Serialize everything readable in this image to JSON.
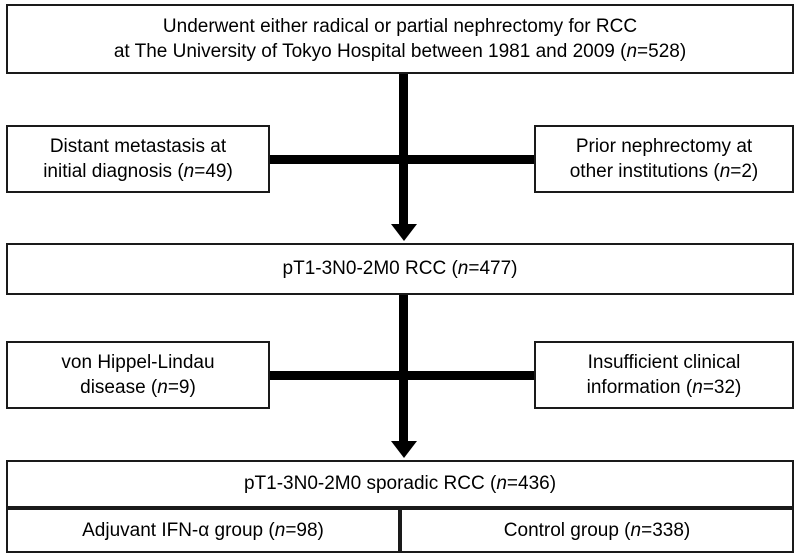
{
  "figure": {
    "type": "flowchart",
    "title": "Patient selection flow diagram"
  },
  "nodes": {
    "enrolled": {
      "text": "Underwent either radical or partial nephrectomy for RCC\nat The University of Tokyo Hospital between 1981 and 2009 (",
      "line1": "Underwent either radical or partial nephrectomy for RCC",
      "line2_pre": "at The University of Tokyo Hospital between 1981 and 2009 (",
      "n_label": "n",
      "n_value": "=528)"
    },
    "distant_mets": {
      "line1": "Distant metastasis at",
      "line2_pre": "initial diagnosis (",
      "n_label": "n",
      "n_value": "=49)"
    },
    "prior_nephrectomy": {
      "line1": "Prior nephrectomy at",
      "line2_pre": "other institutions (",
      "n_label": "n",
      "n_value": "=2)"
    },
    "pt13n02m0": {
      "line1_pre": "pT1-3N0-2M0 RCC (",
      "n_label": "n",
      "n_value": "=477)"
    },
    "vhl": {
      "line1": "von Hippel-Lindau",
      "line2_pre": "disease (",
      "n_label": "n",
      "n_value": "=9)"
    },
    "insufficient_info": {
      "line1": "Insufficient clinical",
      "line2_pre": "information (",
      "n_label": "n",
      "n_value": "=32)"
    },
    "sporadic": {
      "line1_pre": "pT1-3N0-2M0 sporadic RCC (",
      "n_label": "n",
      "n_value": "=436)"
    },
    "ifn_group": {
      "line1_pre": "Adjuvant IFN-α group (",
      "n_label": "n",
      "n_value": "=98)"
    },
    "control_group": {
      "line1_pre": "Control group (",
      "n_label": "n",
      "n_value": "=338)"
    }
  },
  "counts": {
    "total_enrolled": 528,
    "excluded_distant_metastasis": 49,
    "excluded_prior_nephrectomy": 2,
    "after_first_exclusion": 477,
    "excluded_vhl": 9,
    "excluded_insufficient_info": 32,
    "after_second_exclusion": 436,
    "adjuvant_ifn_alpha": 98,
    "control": 338
  },
  "colors": {
    "stroke": "#1a1a1a",
    "connector": "#000000",
    "box_fill": "#ffffff",
    "text": "#000000"
  }
}
